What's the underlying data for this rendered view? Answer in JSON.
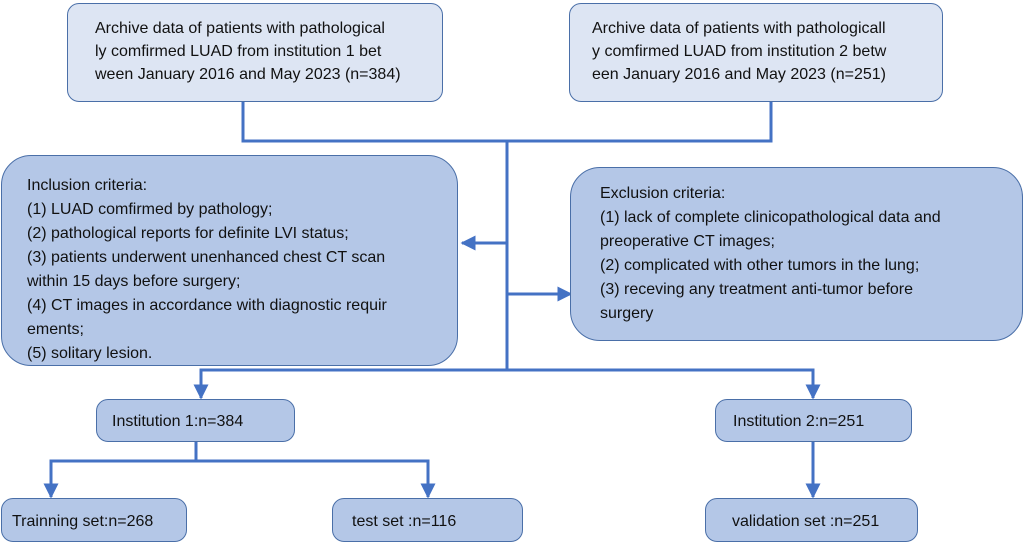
{
  "source_boxes": {
    "institution1": {
      "lines": [
        "Archive data of patients with pathological",
        "ly comfirmed LUAD from institution 1 bet",
        "ween January 2016 and May 2023 (n=384)"
      ]
    },
    "institution2": {
      "lines": [
        "Archive data of patients with pathologicall",
        "y comfirmed LUAD from institution 2 betw",
        "een January 2016 and May 2023 (n=251)"
      ]
    }
  },
  "inclusion": {
    "lines": [
      "Inclusion criteria:",
      "(1) LUAD comfirmed by pathology;",
      "(2) pathological reports for definite LVI status;",
      "(3) patients underwent unenhanced chest CT scan",
      "within 15 days before surgery;",
      "(4) CT images in accordance with  diagnostic requir",
      "ements;",
      "(5) solitary  lesion."
    ]
  },
  "exclusion": {
    "lines": [
      "Exclusion criteria:",
      "(1) lack of complete clinicopathological data and",
      "preoperative CT images;",
      "(2) complicated with other tumors in the lung;",
      "(3) receving any  treatment anti-tumor before",
      "surgery"
    ]
  },
  "institution_boxes": {
    "inst1": "Institution 1:n=384",
    "inst2": "Institution 2:n=251"
  },
  "sets": {
    "training": "Trainning set:n=268",
    "test": "test set :n=116",
    "validation": "validation set :n=251"
  },
  "colors": {
    "line": "#4472c4",
    "border": "#4a6fa8",
    "light_fill": "#dde5f3",
    "mid_fill": "#b4c7e7"
  }
}
